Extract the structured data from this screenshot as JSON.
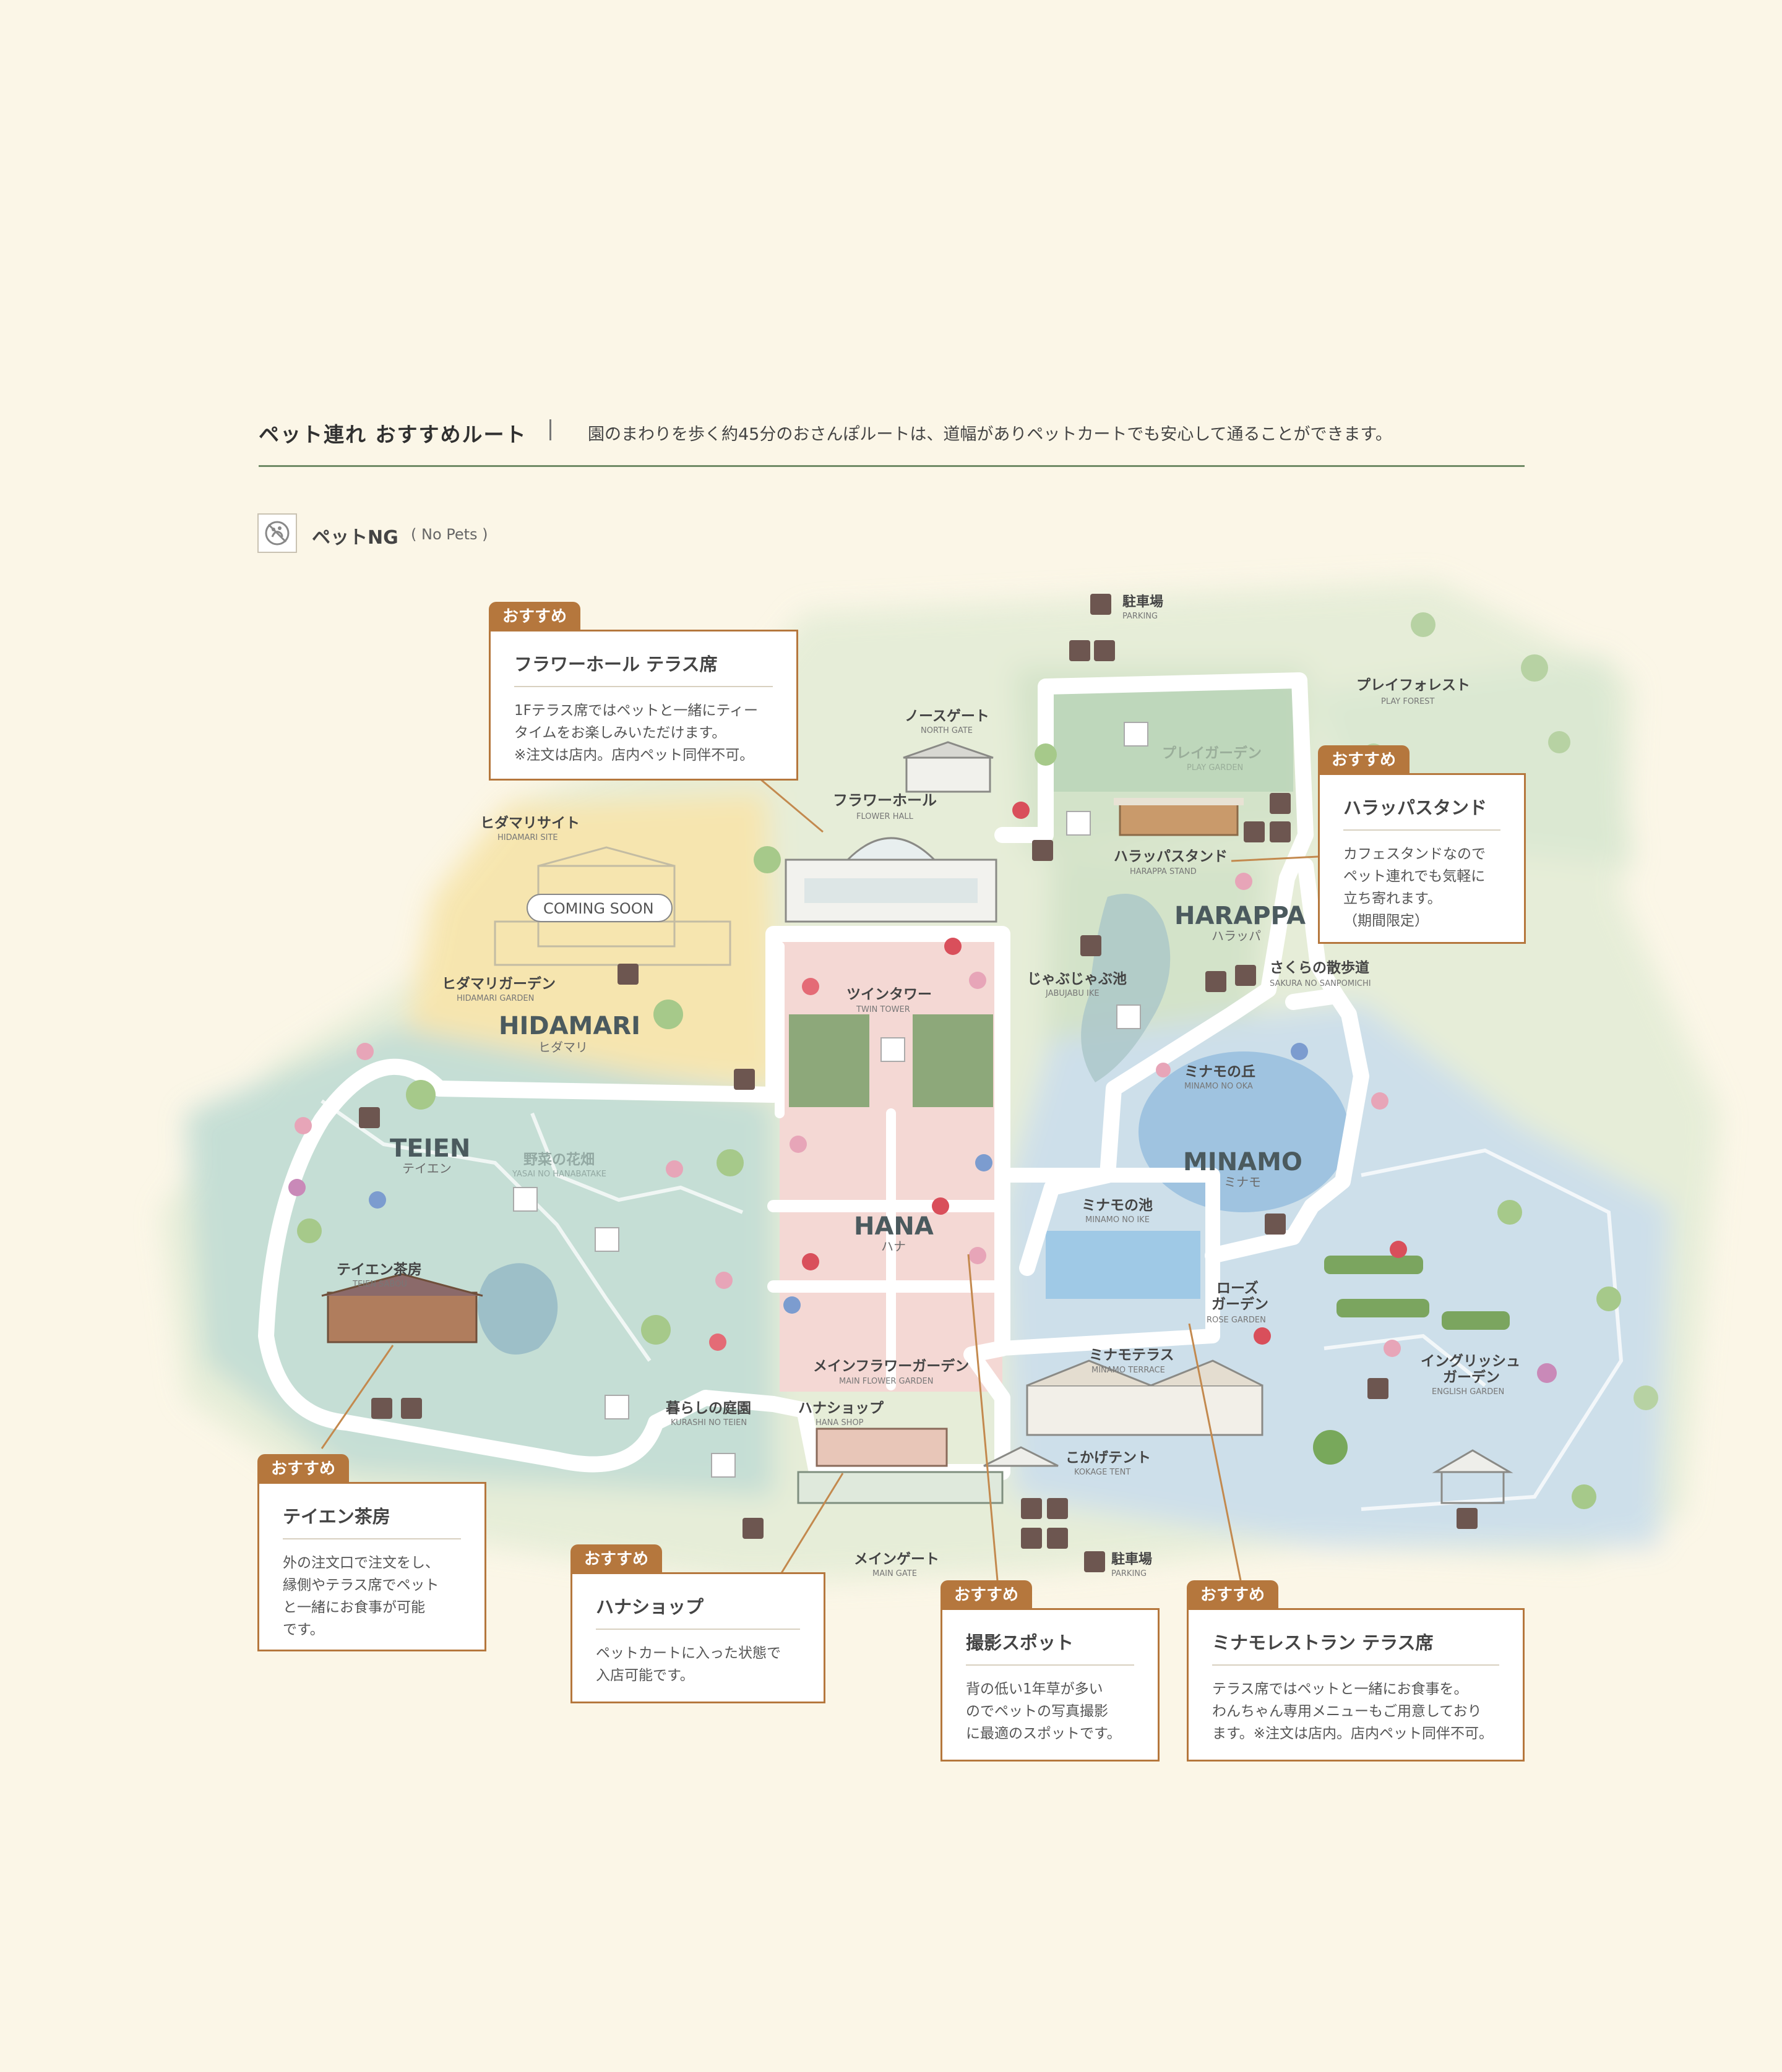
{
  "header": {
    "title": "ペット連れ おすすめルート",
    "description": "園のまわりを歩く約45分のおさんぽルートは、道幅がありペットカートでも安心して通ることができます。"
  },
  "legend": {
    "label": "ペットNG",
    "sublabel": "( No Pets )",
    "icon": "no-pets-icon"
  },
  "map": {
    "zones": {
      "hidamari": {
        "name": "HIDAMARI",
        "kana": "ヒダマリ"
      },
      "teien": {
        "name": "TEIEN",
        "kana": "テイエン"
      },
      "hana": {
        "name": "HANA",
        "kana": "ハナ"
      },
      "harappa": {
        "name": "HARAPPA",
        "kana": "ハラッパ"
      },
      "minamo": {
        "name": "MINAMO",
        "kana": "ミナモ"
      }
    },
    "places": {
      "parking_north": {
        "ja": "駐車場",
        "en": "PARKING"
      },
      "parking_south": {
        "ja": "駐車場",
        "en": "PARKING"
      },
      "play_forest": {
        "ja": "プレイフォレスト",
        "en": "PLAY FOREST"
      },
      "play_garden": {
        "ja": "プレイガーデン",
        "en": "PLAY GARDEN"
      },
      "north_gate": {
        "ja": "ノースゲート",
        "en": "NORTH GATE"
      },
      "flower_hall": {
        "ja": "フラワーホール",
        "en": "FLOWER HALL"
      },
      "hidamari_site": {
        "ja": "ヒダマリサイト",
        "en": "HIDAMARI SITE"
      },
      "coming_soon": "COMING SOON",
      "hidamari_garden": {
        "ja": "ヒダマリガーデン",
        "en": "HIDAMARI GARDEN"
      },
      "harappa_stand": {
        "ja": "ハラッパスタンド",
        "en": "HARAPPA STAND"
      },
      "twin_tower": {
        "ja": "ツインタワー",
        "en": "TWIN TOWER"
      },
      "jabujabu": {
        "ja": "じゃぶじゃぶ池",
        "en": "JABUJABU IKE"
      },
      "sakura": {
        "ja": "さくらの散歩道",
        "en": "SAKURA NO SANPOMICHI"
      },
      "minamo_oka": {
        "ja": "ミナモの丘",
        "en": "MINAMO NO OKA"
      },
      "yasai": {
        "ja": "野菜の花畑",
        "en": "YASAI NO HANABATAKE"
      },
      "minamo_ike": {
        "ja": "ミナモの池",
        "en": "MINAMO NO IKE"
      },
      "teien_sabou": {
        "ja": "テイエン茶房",
        "en": "TEIEN SABOU"
      },
      "rose_garden": {
        "ja": "ローズ\nガーデン",
        "en": "ROSE GARDEN"
      },
      "main_flower_garden": {
        "ja": "メインフラワーガーデン",
        "en": "MAIN FLOWER GARDEN"
      },
      "minamo_terrace": {
        "ja": "ミナモテラス",
        "en": "MINAMO TERRACE"
      },
      "english_garden": {
        "ja": "イングリッシュ\nガーデン",
        "en": "ENGLISH GARDEN"
      },
      "kurashi": {
        "ja": "暮らしの庭園",
        "en": "KURASHI NO TEIEN"
      },
      "hana_shop": {
        "ja": "ハナショップ",
        "en": "HANA SHOP"
      },
      "kokage_tent": {
        "ja": "こかげテント",
        "en": "KOKAGE TENT"
      },
      "main_gate": {
        "ja": "メインゲート",
        "en": "MAIN GATE"
      }
    }
  },
  "recommendations": [
    {
      "tag": "おすすめ",
      "title": "フラワーホール テラス席",
      "body": "1Fテラス席ではペットと一緒にティー\nタイムをお楽しみいただけます。\n※注文は店内。店内ペット同伴不可。"
    },
    {
      "tag": "おすすめ",
      "title": "ハラッパスタンド",
      "body": "カフェスタンドなので\nペット連れでも気軽に\n立ち寄れます。\n（期間限定）"
    },
    {
      "tag": "おすすめ",
      "title": "テイエン茶房",
      "body": "外の注文口で注文をし、\n縁側やテラス席でペット\nと一緒にお食事が可能\nです。"
    },
    {
      "tag": "おすすめ",
      "title": "ハナショップ",
      "body": "ペットカートに入った状態で\n入店可能です。"
    },
    {
      "tag": "おすすめ",
      "title": "撮影スポット",
      "body": "背の低い1年草が多い\nのでペットの写真撮影\nに最適のスポットです。"
    },
    {
      "tag": "おすすめ",
      "title": "ミナモレストラン テラス席",
      "body": "テラス席ではペットと一緒にお食事を。\nわんちゃん専用メニューもご用意しており\nます。※注文は店内。店内ペット同伴不可。"
    }
  ],
  "colors": {
    "accent": "#b5773d",
    "route": "#ffffff",
    "zone_teien": "#bcdad2",
    "zone_hana": "#f4d8d4",
    "zone_harappa": "#cde0c4",
    "zone_minamo": "#c6dceb",
    "zone_hidamari": "#f6e3a6"
  }
}
